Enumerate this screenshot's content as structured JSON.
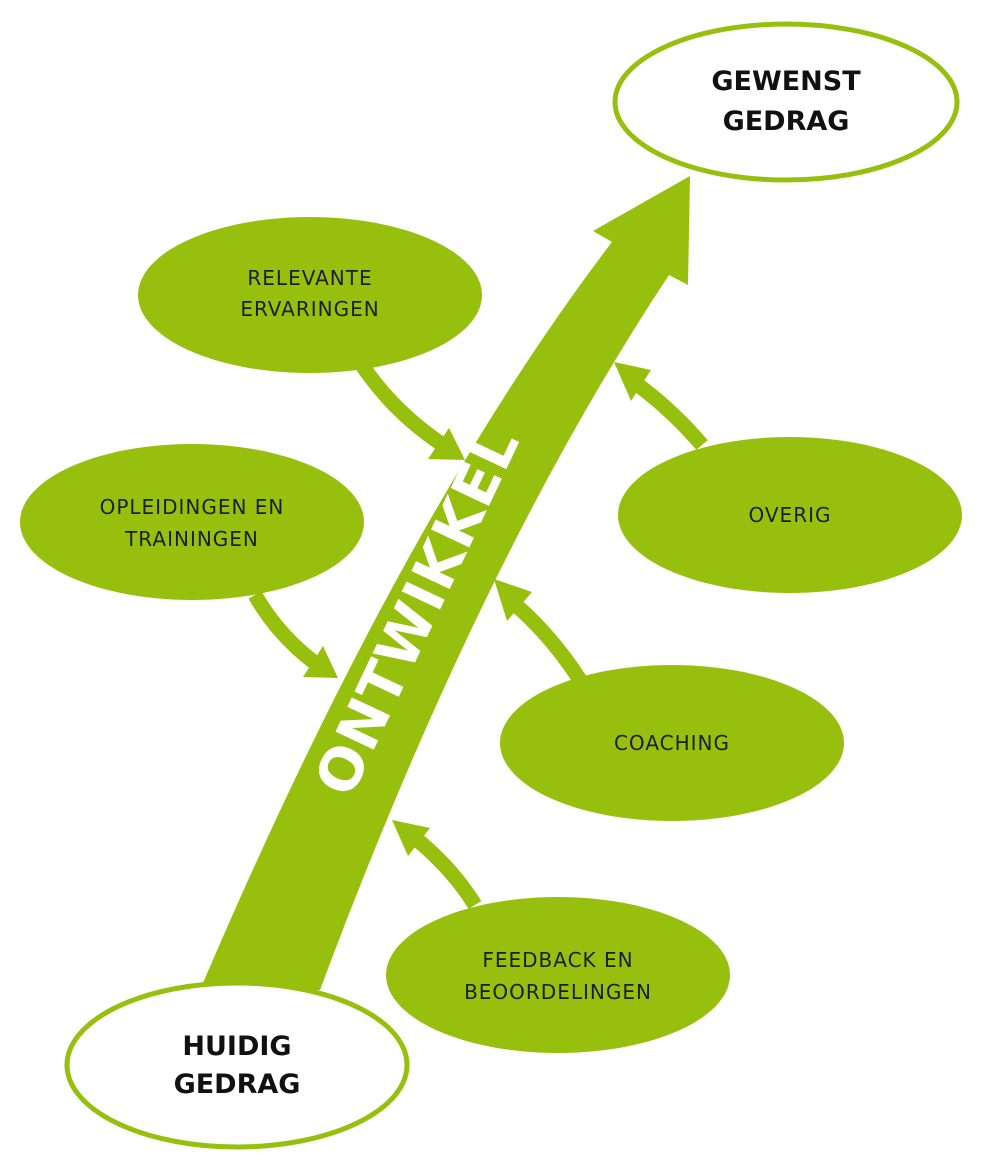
{
  "colors": {
    "accent": "#97bf0d",
    "text": "#1e1e1e",
    "background": "#ffffff"
  },
  "main_arrow": {
    "label": "ONTWIKKELING"
  },
  "start": {
    "line1": "HUIDIG",
    "line2": "GEDRAG"
  },
  "end": {
    "line1": "GEWENST",
    "line2": "GEDRAG"
  },
  "influences": [
    {
      "line1": "RELEVANTE",
      "line2": "ERVARINGEN"
    },
    {
      "line1": "OPLEIDINGEN EN",
      "line2": "TRAININGEN"
    },
    {
      "line1": "OVERIG"
    },
    {
      "line1": "COACHING"
    },
    {
      "line1": "FEEDBACK EN",
      "line2": "BEOORDELINGEN"
    }
  ]
}
